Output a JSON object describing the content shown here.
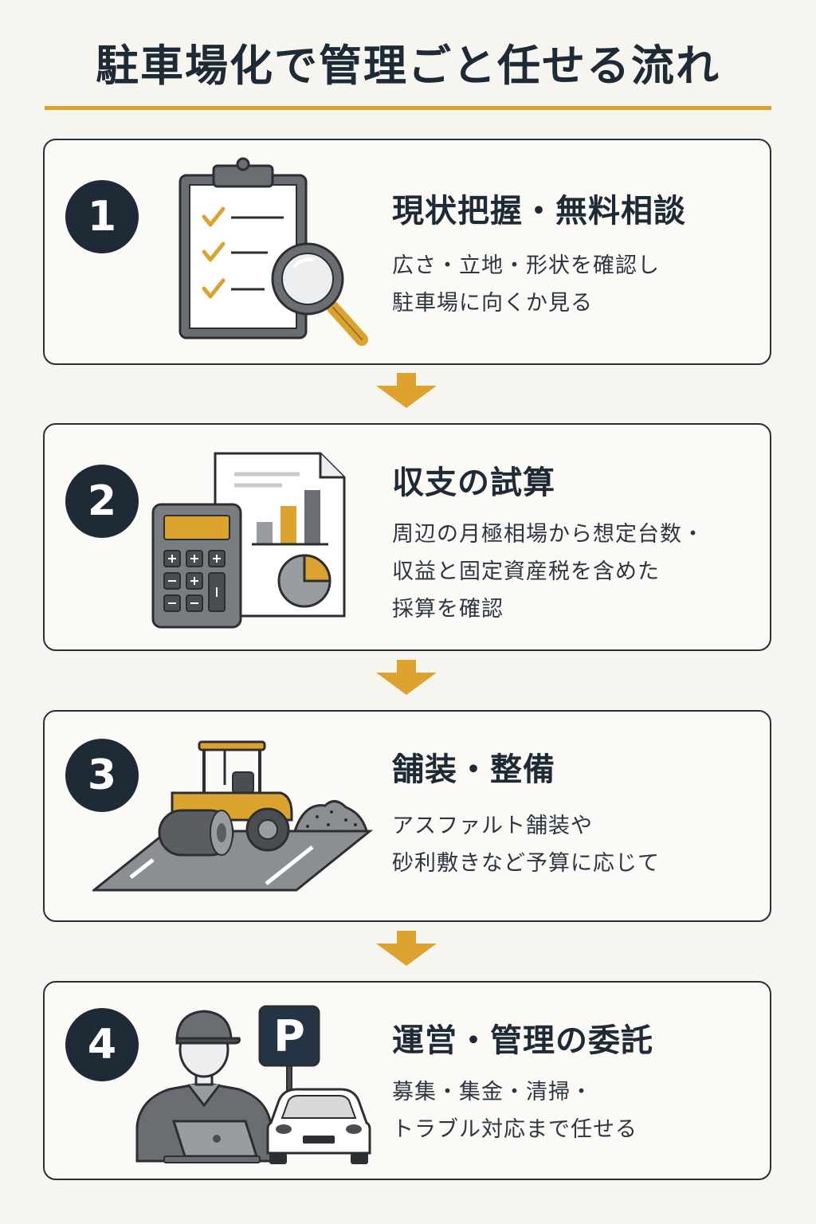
{
  "title": "駐車場化で管理ごと任せる流れ",
  "colors": {
    "accent": "#dca32e",
    "navy": "#1e2a36",
    "card_border": "#27313c",
    "background": "#f7f5f0"
  },
  "steps": [
    {
      "number": "1",
      "title": "現状把握・無料相談",
      "description": [
        "広さ・立地・形状を確認し",
        "駐車場に向くか見る"
      ],
      "icon": "clipboard-magnifier-icon"
    },
    {
      "number": "2",
      "title": "収支の試算",
      "description": [
        "周辺の月極相場から想定台数・",
        "収益と固定資産税を含めた",
        "採算を確認"
      ],
      "icon": "calculator-report-icon"
    },
    {
      "number": "3",
      "title": "舗装・整備",
      "description": [
        "アスファルト舗装や",
        "砂利敷きなど予算に応じて"
      ],
      "icon": "road-roller-icon"
    },
    {
      "number": "4",
      "title": "運営・管理の委託",
      "description": [
        "募集・集金・清掃・",
        "トラブル対応まで任せる"
      ],
      "icon": "parking-manager-icon",
      "parking_sign": "P"
    }
  ]
}
